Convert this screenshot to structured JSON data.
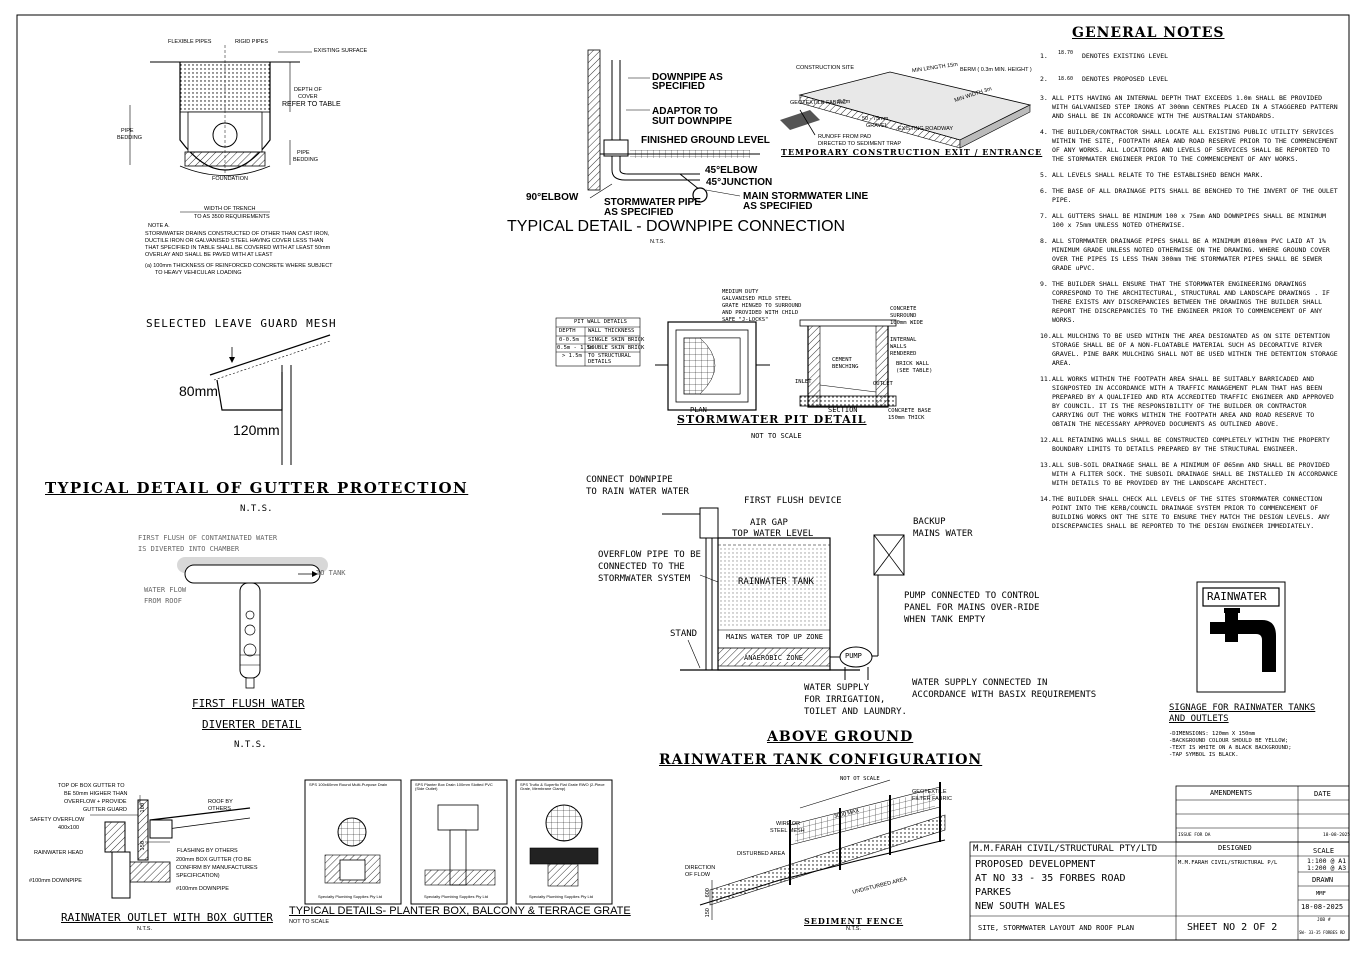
{
  "general_notes": {
    "title": "GENERAL NOTES",
    "items": [
      {
        "num": "1.",
        "text": "DENOTES EXISTING LEVEL",
        "level": "18.70"
      },
      {
        "num": "2.",
        "text": "DENOTES PROPOSED LEVEL",
        "level": "18.60"
      },
      {
        "num": "3.",
        "text": "ALL PITS HAVING AN INTERNAL DEPTH THAT EXCEEDS 1.0m SHALL BE PROVIDED WITH GALVANISED STEP IRONS AT 300mm CENTRES PLACED IN A STAGGERED PATTERN AND SHALL BE IN ACCORDANCE WITH THE AUSTRALIAN STANDARDS."
      },
      {
        "num": "4.",
        "text": "THE BUILDER/CONTRACTOR SHALL LOCATE ALL EXISTING PUBLIC UTILITY SERVICES WITHIN THE SITE, FOOTPATH AREA AND ROAD RESERVE PRIOR TO THE COMMENCEMENT OF ANY WORKS. ALL LOCATIONS AND LEVELS OF SERVICES SHALL BE REPORTED TO THE STORMWATER ENGINEER PRIOR TO THE COMMENCEMENT OF ANY WORKS."
      },
      {
        "num": "5.",
        "text": "ALL LEVELS SHALL RELATE TO THE ESTABLISHED BENCH MARK."
      },
      {
        "num": "6.",
        "text": "THE BASE OF ALL DRAINAGE PITS SHALL BE BENCHED TO THE INVERT OF THE OULET PIPE."
      },
      {
        "num": "7.",
        "text": "ALL GUTTERS SHALL BE MINIMUM 100 x 75mm AND DOWNPIPES SHALL BE MINIMUM 100 x 75mm UNLESS NOTED OTHERWISE."
      },
      {
        "num": "8.",
        "text": "ALL STORMWATER DRAINAGE PIPES SHALL BE A MINIMUM Ø100mm PVC LAID AT 1% MINIMUM GRADE UNLESS NOTED OTHERWISE ON THE DRAWING. WHERE GROUND COVER OVER THE PIPES IS LESS THAN 300mm THE STORMWATER PIPES SHALL BE SEWER GRADE uPVC."
      },
      {
        "num": "9.",
        "text": "THE BUILDER SHALL ENSURE THAT THE STORMWATER ENGINEERING DRAWINGS CORRESPOND TO THE ARCHITECTURAL, STRUCTURAL AND LANDSCAPE DRAWINGS . IF THERE EXISTS ANY DISCREPANCIES BETWEEN THE DRAWINGS THE BUILDER SHALL REPORT THE DISCREPANCIES TO THE ENGINEER PRIOR TO COMMENCEMENT OF ANY WORKS."
      },
      {
        "num": "10.",
        "text": "ALL MULCHING TO BE USED WITHIN THE AREA DESIGNATED AS ON SITE DETENTION STORAGE SHALL BE OF A NON-FLOATABLE MATERIAL SUCH AS DECORATIVE RIVER GRAVEL. PINE BARK MULCHING SHALL NOT BE USED WITHIN THE DETENTION STORAGE AREA."
      },
      {
        "num": "11.",
        "text": "ALL WORKS WITHIN THE FOOTPATH AREA SHALL BE SUITABLY BARRICADED AND SIGNPOSTED IN ACCORDANCE WITH A TRAFFIC MANAGEMENT PLAN THAT HAS BEEN PREPARED BY A QUALIFIED AND RTA ACCREDITED TRAFFIC ENGINEER AND APPROVED BY COUNCIL. IT IS THE RESPONSIBILITY OF THE BUILDER OR CONTRACTOR CARRYING OUT THE WORKS WITHIN THE FOOTPATH AREA AND ROAD RESERVE TO OBTAIN THE NECESSARY APPROVED DOCUMENTS AS OUTLINED ABOVE."
      },
      {
        "num": "12.",
        "text": "ALL RETAINING WALLS SHALL BE CONSTRUCTED COMPLETELY WITHIN THE PROPERTY BOUNDARY LIMITS TO DETAILS PREPARED BY THE STRUCTURAL ENGINEER."
      },
      {
        "num": "13.",
        "text": "ALL SUB-SOIL DRAINAGE SHALL BE A MINIMUM OF Ø65mm AND SHALL BE PROVIDED WITH A FLITER SOCK. THE SUBSOIL DRAINAGE SHALL BE INSTALLED IN ACCORDANCE WITH DETAILS TO BE PROVIDED BY THE LANDSCAPE ARCHITECT."
      },
      {
        "num": "14.",
        "text": "THE BUILDER SHALL CHECK ALL LEVELS OF THE SITES STORMWATER CONNECTION POINT INTO THE KERB/COUNCIL DRAINAGE SYSTEM PRIOR TO COMMENCEMENT OF BUILDING WORKS ONT THE SITE TO ENSURE THEY MATCH THE DESIGN LEVELS. ANY DISCREPANCIES SHALL BE REPORTED TO THE DESIGN ENGINEER IMMEDIATELY."
      }
    ]
  },
  "trench": {
    "flexible_pipes": "FLEXIBLE PIPES",
    "rigid_pipes": "RIGID PIPES",
    "existing_surface": "EXISTING SURFACE",
    "depth_of_cover": "DEPTH OF",
    "cover": "COVER",
    "refer_table": "REFER TO TABLE",
    "pipe": "PIPE",
    "bedding": "BEDDING",
    "pipe_bedding_r1": "PIPE",
    "pipe_bedding_r2": "BEDDING",
    "foundation": "FOUNDATION",
    "width": "WIDTH OF TRENCH",
    "width2": "TO AS 3500 REQUIREMENTS",
    "note_title": "NOTE A.",
    "note_lines": [
      "STORMWATER DRAINS CONSTRUCTED OF OTHER THAN CAST IRON,",
      "DUCTILE IRON OR GALVANISED STEEL HAVING COVER LESS THAN",
      "THAT SPECIFIED IN TABLE SHALL BE COVERED WITH AT LEAST 50mm",
      "OVERLAY AND SHALL BE PAVED WITH AT LEAST"
    ],
    "note_a1": "(a) 100mm THICKNESS OF REINFORCED CONCRETE WHERE SUBJECT",
    "note_a2": "TO HEAVY VEHICULAR LOADING"
  },
  "downpipe": {
    "dp_spec1": "DOWNPIPE AS",
    "dp_spec2": "SPECIFIED",
    "adaptor1": "ADAPTOR TO",
    "adaptor2": "SUIT DOWNPIPE",
    "fgl": "FINISHED GROUND LEVEL",
    "elbow45": "45°ELBOW",
    "junction45": "45°JUNCTION",
    "main1": "MAIN STORMWATER LINE",
    "main2": "AS SPECIFIED",
    "elbow90": "90°ELBOW",
    "swpipe1": "STORMWATER PIPE",
    "swpipe2": "AS SPECIFIED",
    "title": "TYPICAL DETAIL - DOWNPIPE CONNECTION",
    "nts": "N.T.S."
  },
  "exit": {
    "title": "TEMPORARY CONSTRUCTION EXIT / ENTRANCE",
    "construction_site": "CONSTRUCTION SITE",
    "min_length": "MIN LENGTH 15m",
    "berm": "BERM ( 0.3m MIN. HEIGHT )",
    "geotextile": "GEOTEXTILE FABRIC",
    "depth": "0.2m",
    "min_width": "MIN WIDTH 3m",
    "gravel1": "50 - 75mm",
    "gravel2": "GRAVEL",
    "existing_roadway": "EXISTING ROADWAY",
    "runoff1": "RUNOFF FROM PAD",
    "runoff2": "DIRECTED TO SEDIMENT TRAP"
  },
  "gutter": {
    "mesh": "SELECTED LEAVE GUARD MESH",
    "d80": "80mm",
    "d120": "120mm",
    "title": "TYPICAL DETAIL OF GUTTER PROTECTION",
    "nts": "N.T.S."
  },
  "pit": {
    "table_title": "PIT WALL DETAILS",
    "table_head": [
      "DEPTH",
      "WALL THICKNESS"
    ],
    "table_rows": [
      [
        "0-0.5m",
        "SINGLE SKIN BRICK"
      ],
      [
        "0.5m - 1.5m",
        "DOUBLE SKIN BRICK"
      ],
      [
        "> 1.5m",
        "TO STRUCTURAL DETAILS"
      ]
    ],
    "grate_lines": [
      "MEDIUM DUTY",
      "GALVANISED MILD STEEL",
      "GRATE HINGED TO SURROUND",
      "AND PROVIDED WITH CHILD",
      "SAFE \"J-LOCKS\""
    ],
    "concrete_surround": [
      "CONCRETE",
      "SURROUND",
      "100mm WIDE"
    ],
    "internal_walls": [
      "INTERNAL",
      "WALLS",
      "RENDERED"
    ],
    "cement_benching": [
      "CEMENT",
      "BENCHING"
    ],
    "brick_wall": [
      "BRICK WALL",
      "(SEE TABLE)"
    ],
    "inlet": "INLET",
    "outlet": "OUTLET",
    "plan": "PLAN",
    "section": "SECTION",
    "concrete_base": [
      "CONCRETE BASE",
      "150mm THICK"
    ],
    "title": "STORMWATER PIT DETAIL",
    "nts": "NOT TO SCALE"
  },
  "firstflush": {
    "l1": "FIRST FLUSH OF CONTAMINATED WATER",
    "l2": "IS DIVERTED INTO CHAMBER",
    "to_tank": "TO TANK",
    "water_flow": "WATER FLOW",
    "from_roof": "FROM ROOF",
    "title1": "FIRST FLUSH WATER",
    "title2": "DIVERTER DETAIL",
    "nts": "N.T.S."
  },
  "tank": {
    "connect1": "CONNECT DOWNPIPE",
    "connect2": "TO RAIN WATER WATER",
    "first_flush": "FIRST FLUSH DEVICE",
    "air_gap": "AIR GAP",
    "top_water": "TOP WATER LEVEL",
    "overflow": [
      "OVERFLOW PIPE TO BE",
      "CONNECTED TO THE",
      "STORMWATER SYSTEM"
    ],
    "rainwater_tank": "RAINWATER TANK",
    "backup1": "BACKUP",
    "backup2": "MAINS WATER",
    "pump_conn": [
      "PUMP CONNECTED TO CONTROL",
      "PANEL FOR MAINS OVER-RIDE",
      "WHEN TANK EMPTY"
    ],
    "stand": "STAND",
    "mains_topup": "MAINS WATER TOP UP ZONE",
    "anaerobic": "ANAEROBIC ZONE",
    "pump": "PUMP",
    "supply_irrig": [
      "WATER SUPPLY",
      "FOR IRRIGATION,",
      "TOILET AND LAUNDRY."
    ],
    "supply_basix": [
      "WATER SUPPLY CONNECTED IN",
      "ACCORDANCE WITH BASIX REQUIREMENTS"
    ],
    "title1": "ABOVE GROUND",
    "title2": "RAINWATER TANK CONFIGURATION",
    "nts": "NOT OT SCALE"
  },
  "signage": {
    "label": "RAINWATER",
    "title1": "SIGNAGE FOR RAINWATER TANKS",
    "title2": "AND OUTLETS",
    "specs": [
      "-DIMENSIONS: 120mm X 150mm",
      "-BACKGROUND COLOUR SHOULD BE YELLOW;",
      "-TEXT IS WHITE ON A BLACK BACKGROUND;",
      "-TAP SYMBOL IS BLACK."
    ]
  },
  "boxgutter": {
    "top": [
      "TOP OF BOX GUTTER TO",
      "BE 50mm HIGHER THAN",
      "OVERFLOW + PROVIDE",
      "GUTTER GUARD"
    ],
    "safety": [
      "SAFETY OVERFLOW",
      "400x100"
    ],
    "roof": [
      "ROOF BY",
      "OTHERS"
    ],
    "flashing": "FLASHING BY OTHERS",
    "rw_head": "RAINWATER HEAD",
    "box200": [
      "200mm BOX GUTTER (TO BE",
      "CONFIRM BY MANUFACTURES",
      "SPECIFICATION)"
    ],
    "dp100a": "#100mm DOWNPIPE",
    "dp100b": "#100mm DOWNPIPE",
    "d100": "100",
    "d150": "150",
    "title": "RAINWATER OUTLET WITH BOX GUTTER",
    "nts": "N.T.S."
  },
  "planter": {
    "sheets": [
      {
        "title": "SPS 100x60mm Round Multi-Purpose Drain",
        "foot": "Specialty Plumbing Supplies Pty Ltd"
      },
      {
        "title": "SPS Planter Box Drain 100mm Slotted PVC (Side Outlet)",
        "foot": "Specialty Plumbing Supplies Pty Ltd"
      },
      {
        "title": "SPS Trufio & Superflo Flat Grate RWO (2-Piece Grate, Membrane Clamp)",
        "foot": "Specialty Plumbing Supplies Pty Ltd"
      }
    ],
    "title": "TYPICAL DETAILS- PLANTER BOX, BALCONY & TERRACE GRATE",
    "nts": "NOT TO SCALE"
  },
  "fence": {
    "geotextile": [
      "GEOTEXTILE",
      "FILTER FABRIC"
    ],
    "max": "3000 MAX",
    "wire": [
      "WIRE OR",
      "STEEL MESH"
    ],
    "disturbed": "DISTURBED AREA",
    "direction": [
      "DIRECTION",
      "OF FLOW"
    ],
    "undisturbed": "UNDISTURBED AREA",
    "d600": "600",
    "d150": "150",
    "title": "SEDIMENT FENCE",
    "nts": "N.T.S."
  },
  "titleblock": {
    "amendments": "AMENDMENTS",
    "date": "DATE",
    "issue": "ISSUE FOR DA",
    "issue_date": "18-08-2025",
    "company": "M.M.FARAH CIVIL/STRUCTURAL PTY/LTD",
    "designed": "DESIGNED",
    "designer": "M.M.FARAH CIVIL/STRUCTURAL P/L",
    "project": [
      "PROPOSED DEVELOPMENT",
      "AT NO 33 - 35 FORBES ROAD",
      "PARKES",
      "NEW SOUTH WALES"
    ],
    "scale_label": "SCALE",
    "scale1": "1:100 @ A1",
    "scale2": "1:200 @ A3",
    "drawn_label": "DRAWN",
    "drawn_by": "MMF",
    "drawn_date": "18-08-2025",
    "job_label": "JOB #",
    "job_no": "SW- 33-35 FORBES RD",
    "drawing_title": "SITE, STORMWATER LAYOUT AND ROOF PLAN",
    "sheet": "SHEET NO 2 OF 2"
  }
}
